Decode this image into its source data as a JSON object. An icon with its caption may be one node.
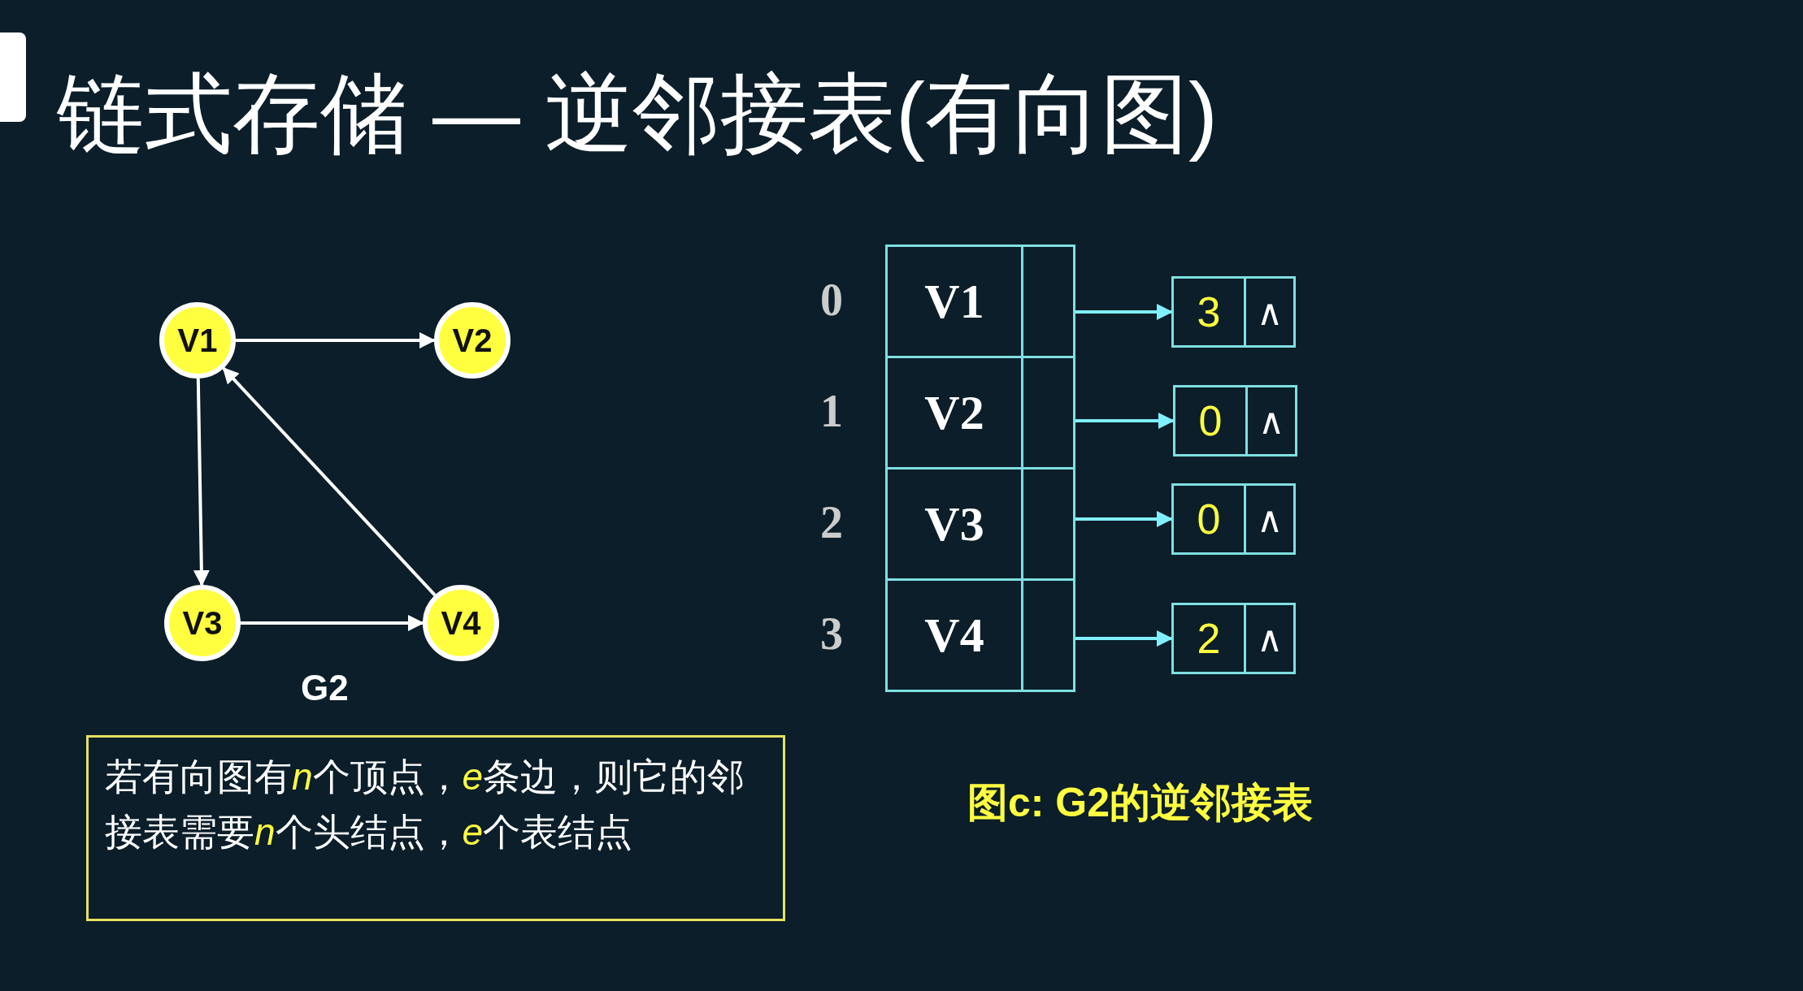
{
  "diagram": {
    "title": "链式存储 — 逆邻接表(有向图)",
    "nodes": [
      {
        "text": [
          "V1"
        ]
      },
      {
        "text": [
          "V2"
        ]
      },
      {
        "text": [
          "V3"
        ]
      },
      {
        "text": [
          "V4"
        ]
      },
      {
        "text": [
          "V1"
        ],
        "beside": [
          "0"
        ]
      },
      {
        "text": [
          "V2"
        ],
        "beside": [
          "1"
        ]
      },
      {
        "text": [
          "V3"
        ],
        "beside": [
          "2"
        ]
      },
      {
        "text": [
          "V4"
        ],
        "beside": [
          "3"
        ]
      },
      {
        "text": [
          "3",
          "∧"
        ]
      },
      {
        "text": [
          "0",
          "∧"
        ]
      },
      {
        "text": [
          "0",
          "∧"
        ]
      },
      {
        "text": [
          "2",
          "∧"
        ]
      },
      {
        "text": [
          "若有向图有n个顶点，e条边，则它的邻接表需要n个头结点，e个表结点"
        ]
      }
    ],
    "edges": [
      {
        "from": 0,
        "to": 1,
        "arrow": "to"
      },
      {
        "from": 0,
        "to": 2,
        "arrow": "to"
      },
      {
        "from": 3,
        "to": 0,
        "arrow": "to"
      },
      {
        "from": 2,
        "to": 3,
        "arrow": "to"
      },
      {
        "from": 4,
        "to": 8,
        "arrow": "to",
        "color": "#80f0ff"
      },
      {
        "from": 5,
        "to": 9,
        "arrow": "to",
        "color": "#80f0ff"
      },
      {
        "from": 6,
        "to": 10,
        "arrow": "to",
        "color": "#80f0ff"
      },
      {
        "from": 7,
        "to": 11,
        "arrow": "to",
        "color": "#80f0ff"
      }
    ],
    "labels": [
      "G2",
      "图c: G2的逆邻接表"
    ]
  }
}
